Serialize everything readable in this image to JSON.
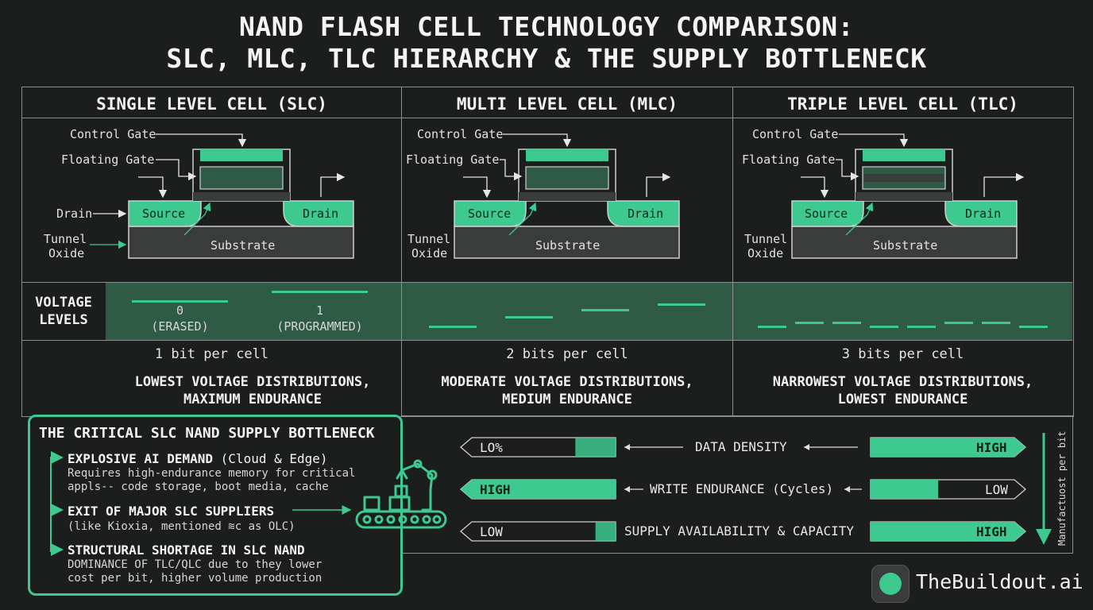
{
  "title": {
    "line1": "NAND FLASH CELL TECHNOLOGY COMPARISON:",
    "line2": "SLC, MLC, TLC HIERARCHY & THE SUPPLY BOTTLENECK"
  },
  "columns": [
    {
      "heading": "SINGLE LEVEL CELL (SLC)",
      "labels": {
        "control_gate": "Control Gate",
        "floating_gate": "Floating Gate",
        "drain_left": "Drain",
        "tunnel": "Tunnel",
        "oxide": "Oxide",
        "source": "Source",
        "drain": "Drain",
        "substrate": "Substrate"
      },
      "voltage": {
        "state0_value": "0",
        "state0_name": "(ERASED)",
        "state1_value": "1",
        "state1_name": "(PROGRAMMED)"
      },
      "bits": "1 bit per cell",
      "desc_line1": "LOWEST VOLTAGE DISTRIBUTIONS,",
      "desc_line2": "MAXIMUM ENDURANCE"
    },
    {
      "heading": "MULTI LEVEL CELL (MLC)",
      "labels": {
        "control_gate": "Control Gate",
        "floating_gate": "Floating Gate",
        "tunnel": "Tunnel",
        "oxide": "Oxide",
        "source": "Source",
        "drain": "Drain",
        "substrate": "Substrate"
      },
      "voltage_levels": 4,
      "bits": "2 bits per cell",
      "desc_line1": "MODERATE VOLTAGE DISTRIBUTIONS,",
      "desc_line2": "MEDIUM ENDURANCE"
    },
    {
      "heading": "TRIPLE LEVEL CELL (TLC)",
      "labels": {
        "control_gate": "Control Gate",
        "floating_gate": "Floating Gate",
        "tunnel": "Tunnel",
        "oxide": "Oxide",
        "source": "Source",
        "drain": "Drain",
        "substrate": "Substrate"
      },
      "voltage_levels": 8,
      "bits": "3 bits per cell",
      "desc_line1": "NARROWEST VOLTAGE DISTRIBUTIONS,",
      "desc_line2": "LOWEST ENDURANCE"
    }
  ],
  "voltage_row_label": {
    "line1": "VOLTAGE",
    "line2": "LEVELS"
  },
  "bottleneck": {
    "title": "THE CRITICAL SLC NAND SUPPLY BOTTLENECK",
    "items": [
      {
        "head": "EXPLOSIVE AI DEMAND",
        "head_light": " (Cloud & Edge)",
        "sub1": "Requires high-endurance memory for critical",
        "sub2": "appls-- code storage, boot media, cache"
      },
      {
        "head": "EXIT OF MAJOR SLC SUPPLIERS",
        "head_light": "",
        "sub1": "(like Kioxia, mentioned ≋c as OLC)",
        "sub2": ""
      },
      {
        "head": "STRUCTURAL SHORTAGE IN SLC NAND",
        "head_light": "",
        "sub1": "DOMINANCE OF TLC/QLC due to they lower",
        "sub2": "cost per bit, higher volume production"
      }
    ],
    "icon": "factory-robot-arm-icon"
  },
  "comparison": [
    {
      "metric": "DATA DENSITY",
      "left_label": "LO%",
      "left_fill": 0.28,
      "right_label": "HIGH",
      "right_fill": 1.0
    },
    {
      "metric": "WRITE ENDURANCE (Cycles)",
      "left_label": "HIGH",
      "left_fill": 1.0,
      "right_label": "LOW",
      "right_fill": 0.47
    },
    {
      "metric": "SUPPLY AVAILABILITY & CAPACITY",
      "left_label": "LOW",
      "left_fill": 0.14,
      "right_label": "HIGH",
      "right_fill": 1.0
    }
  ],
  "side_label": "Manufactuost per bit",
  "brand": {
    "name": "TheBuildout.ai"
  },
  "colors": {
    "accent": "#3ec990",
    "accent_dark": "#2f5a46",
    "background": "#1c1d1d",
    "substrate": "#3a3c3b"
  }
}
